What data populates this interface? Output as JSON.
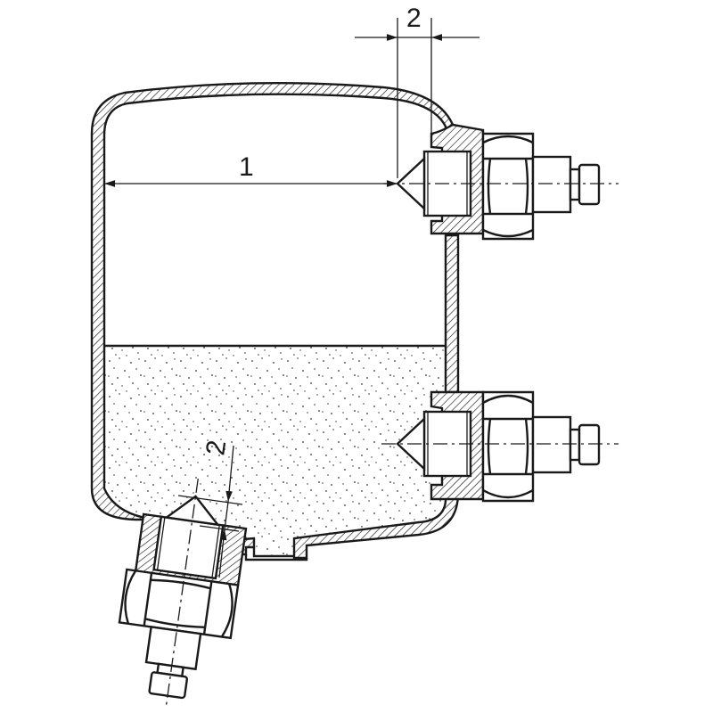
{
  "labels": {
    "distance_label": "1",
    "gap_label_top": "2",
    "gap_label_bottom": "2"
  },
  "colors": {
    "line": "#1a1a1a",
    "background": "#ffffff"
  }
}
